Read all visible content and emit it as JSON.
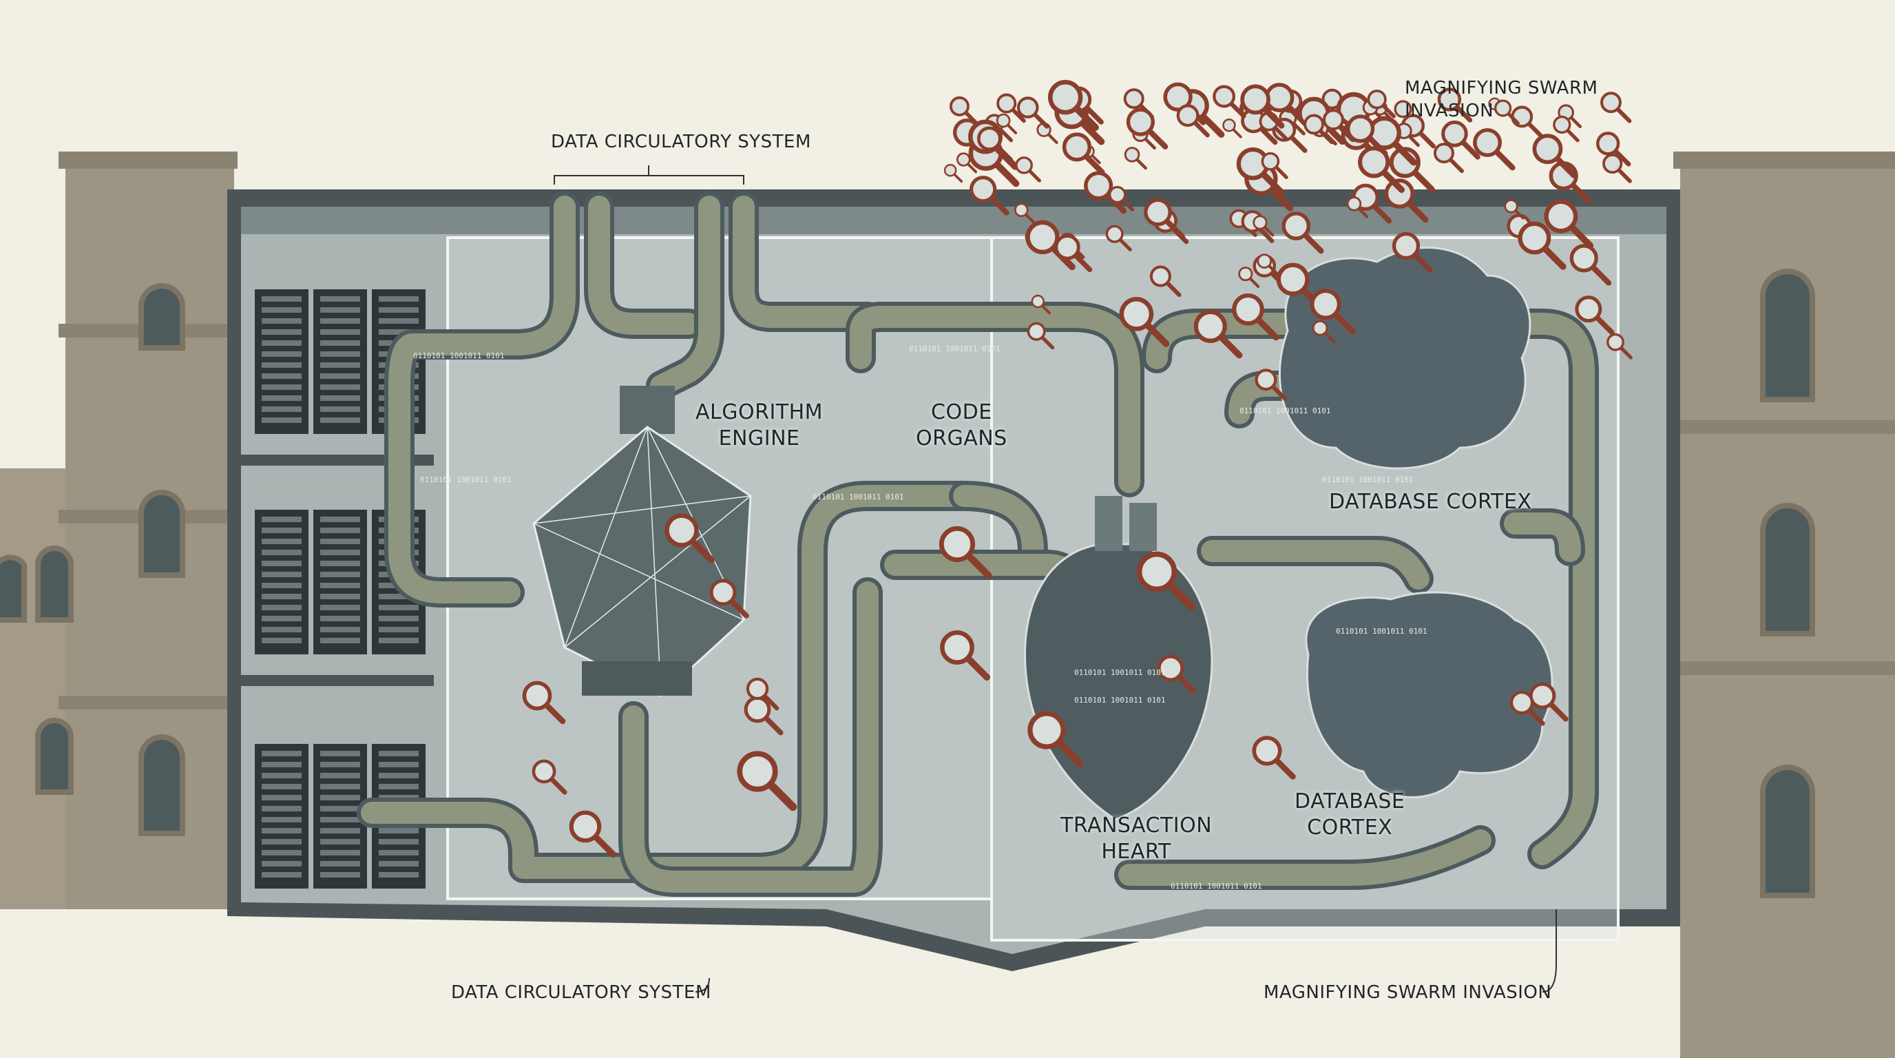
{
  "labels": {
    "top_circulatory": "DATA CIRCULATORY SYSTEM",
    "top_swarm_line1": "MAGNIFYING SWARM",
    "top_swarm_line2": "INVASION",
    "algorithm_line1": "ALGORITHM",
    "algorithm_line2": "ENGINE",
    "code_line1": "CODE",
    "code_line2": "ORGANS",
    "cortex_upper": "DATABASE CORTEX",
    "heart_line1": "TRANSACTION",
    "heart_line2": "HEART",
    "cortex_lower_line1": "DATABASE",
    "cortex_lower_line2": "CORTEX",
    "bottom_circulatory": "DATA CIRCULATORY SYSTEM",
    "bottom_swarm": "MAGNIFYING SWARM INVASION"
  },
  "colors": {
    "paper": "#f2efe5",
    "building": "#9d9583",
    "room_frame": "#4b5557",
    "room_interior": "#aab4b2",
    "pipe": "#8f9680",
    "pipe_dark": "#4d5a5e",
    "organ": "#5c6a6c",
    "magnifier": "#8a3f2c"
  },
  "binary_text": "0110101 1001011 0101"
}
